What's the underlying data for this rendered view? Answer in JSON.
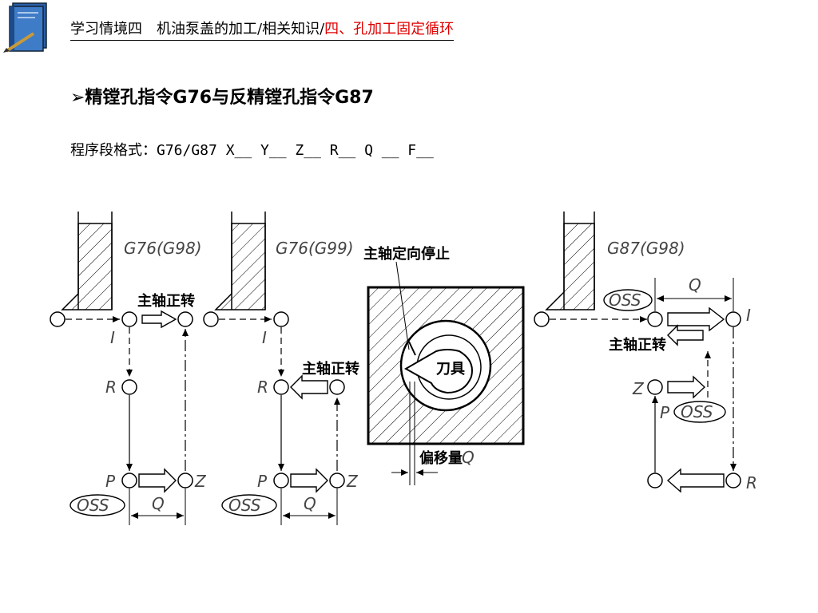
{
  "header": {
    "prefix": "学习情境四　机油泵盖的加工/相关知识/",
    "highlight": "四、孔加工固定循环",
    "highlight_color": "#e00000"
  },
  "title": "➢精镗孔指令G76与反精镗孔指令G87",
  "format": "程序段格式：G76/G87 X__ Y__ Z__ R__ Q __ F__",
  "icons": {
    "book": "book-icon"
  },
  "diagram": {
    "panel1": {
      "caption": "G76(G98)",
      "spindle": "主轴正转",
      "I": "I",
      "R": "R",
      "P": "P",
      "Z": "Z",
      "oss": "OSS",
      "Q": "Q"
    },
    "panel2": {
      "caption": "G76(G99)",
      "spindle": "主轴正转",
      "I": "I",
      "R": "R",
      "P": "P",
      "Z": "Z",
      "oss": "OSS",
      "Q": "Q"
    },
    "panel3": {
      "orient": "主轴定向停止",
      "tool": "刀具",
      "offset": "偏移量",
      "Q": "Q"
    },
    "panel4": {
      "caption": "G87(G98)",
      "spindle": "主轴正转",
      "oss1": "OSS",
      "oss2": "OSS",
      "Q": "Q",
      "I": "I",
      "Z": "Z",
      "P": "P",
      "R": "R"
    }
  }
}
